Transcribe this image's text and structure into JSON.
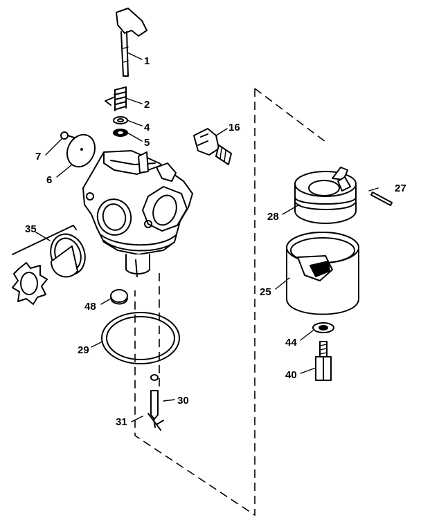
{
  "diagram": {
    "callouts": [
      {
        "id": "c1",
        "text": "1"
      },
      {
        "id": "c2",
        "text": "2"
      },
      {
        "id": "c4",
        "text": "4"
      },
      {
        "id": "c5",
        "text": "5"
      },
      {
        "id": "c16",
        "text": "16"
      },
      {
        "id": "c7",
        "text": "7"
      },
      {
        "id": "c6",
        "text": "6"
      },
      {
        "id": "c27",
        "text": "27"
      },
      {
        "id": "c28",
        "text": "28"
      },
      {
        "id": "c35",
        "text": "35"
      },
      {
        "id": "c25",
        "text": "25"
      },
      {
        "id": "c48",
        "text": "48"
      },
      {
        "id": "c44",
        "text": "44"
      },
      {
        "id": "c29",
        "text": "29"
      },
      {
        "id": "c40",
        "text": "40"
      },
      {
        "id": "c30",
        "text": "30"
      },
      {
        "id": "c31",
        "text": "31"
      }
    ]
  }
}
